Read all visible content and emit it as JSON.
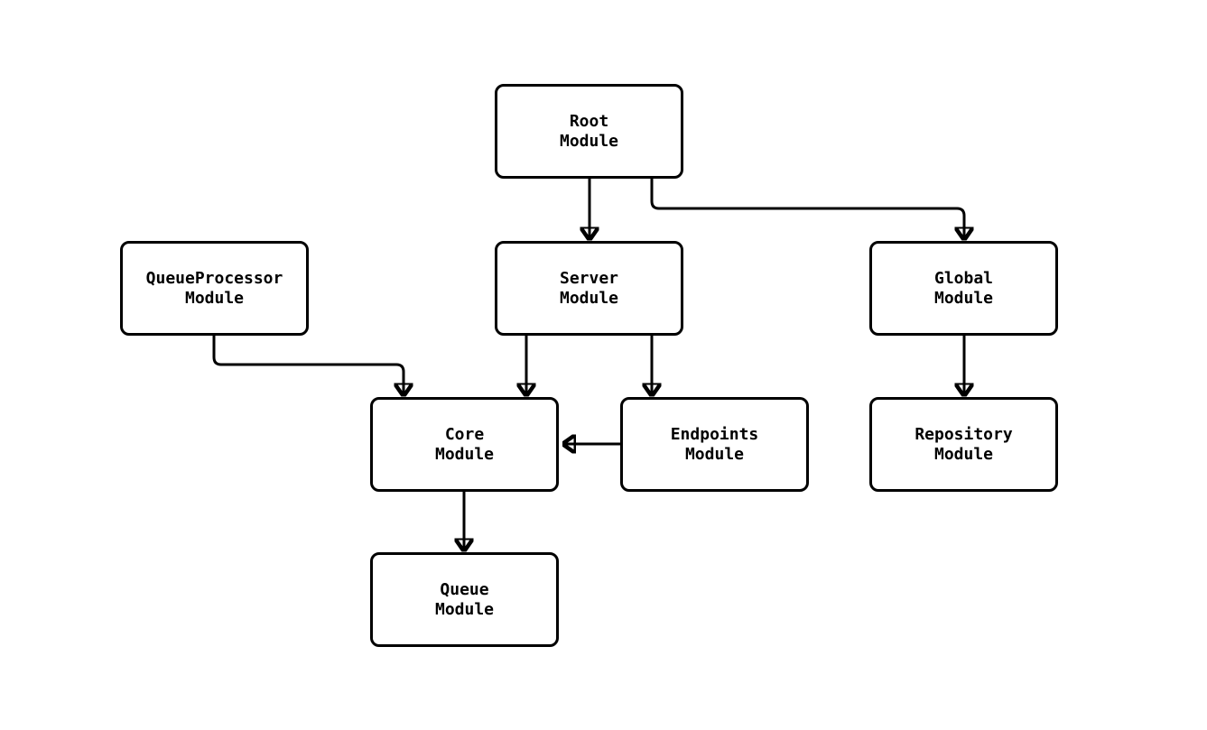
{
  "diagram": {
    "type": "module-dependency-graph",
    "colors": {
      "background": "#ffffff",
      "node_fill": "#ffffff",
      "node_border": "#000000",
      "edge_stroke": "#000000",
      "text": "#000000"
    },
    "nodes": {
      "root": {
        "label": "Root\nModule"
      },
      "queue_processor": {
        "label": "QueueProcessor\nModule"
      },
      "server": {
        "label": "Server\nModule"
      },
      "global": {
        "label": "Global\nModule"
      },
      "core": {
        "label": "Core\nModule"
      },
      "endpoints": {
        "label": "Endpoints\nModule"
      },
      "repository": {
        "label": "Repository\nModule"
      },
      "queue": {
        "label": "Queue\nModule"
      }
    },
    "edges": [
      {
        "from": "Root Module",
        "to": "Server Module"
      },
      {
        "from": "Root Module",
        "to": "Global Module"
      },
      {
        "from": "QueueProcessor Module",
        "to": "Core Module"
      },
      {
        "from": "Server Module",
        "to": "Core Module"
      },
      {
        "from": "Server Module",
        "to": "Endpoints Module"
      },
      {
        "from": "Global Module",
        "to": "Repository Module"
      },
      {
        "from": "Endpoints Module",
        "to": "Core Module"
      },
      {
        "from": "Core Module",
        "to": "Queue Module"
      }
    ]
  }
}
